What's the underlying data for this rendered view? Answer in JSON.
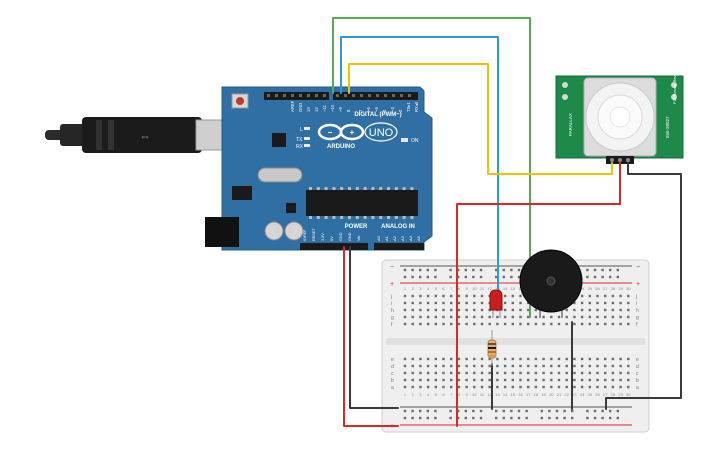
{
  "arduino": {
    "brand": "ARDUINO",
    "model": "UNO",
    "digital_label": "DIGITAL (PWM~)",
    "power_label": "POWER",
    "analog_label": "ANALOG IN",
    "on_label": "ON",
    "led_l": "L",
    "led_tx": "TX",
    "led_rx": "RX",
    "digital_pins": [
      "AREF",
      "GND",
      "13",
      "12",
      "~11",
      "~10",
      "~9",
      "8",
      "7",
      "~6",
      "~5",
      "4",
      "~3",
      "2",
      "TX▸1",
      "RX◂0"
    ],
    "power_pins": [
      "IOREF",
      "RESET",
      "3.3V",
      "5V",
      "GND",
      "GND",
      "Vin"
    ],
    "analog_pins": [
      "A0",
      "A1",
      "A2",
      "A3",
      "A4",
      "A5"
    ]
  },
  "pir_sensor": {
    "label_left": "PARALLAX",
    "label_right": "555-28027",
    "label_top": "PIR Sensor Rev A"
  },
  "breadboard": {
    "rows_top": [
      "j",
      "i",
      "h",
      "g",
      "f"
    ],
    "rows_bottom": [
      "e",
      "d",
      "c",
      "b",
      "a"
    ],
    "columns": [
      "1",
      "2",
      "3",
      "4",
      "5",
      "6",
      "7",
      "8",
      "9",
      "10",
      "11",
      "12",
      "13",
      "14",
      "15",
      "16",
      "17",
      "18",
      "19",
      "20",
      "21",
      "22",
      "23",
      "24",
      "25",
      "26",
      "27",
      "28",
      "29",
      "30"
    ],
    "rail_plus": "+",
    "rail_minus": "−"
  },
  "colors": {
    "board": "#2f6fa3",
    "board_dark": "#1f5582",
    "pcb_green": "#1e8a4a",
    "wire_green": "#4caf50",
    "wire_blue": "#2d9bd6",
    "wire_yellow": "#f2c200",
    "wire_red": "#d42a2a",
    "wire_black": "#3a3a3a",
    "led_red": "#c81e1e",
    "breadboard": "#efefef"
  }
}
